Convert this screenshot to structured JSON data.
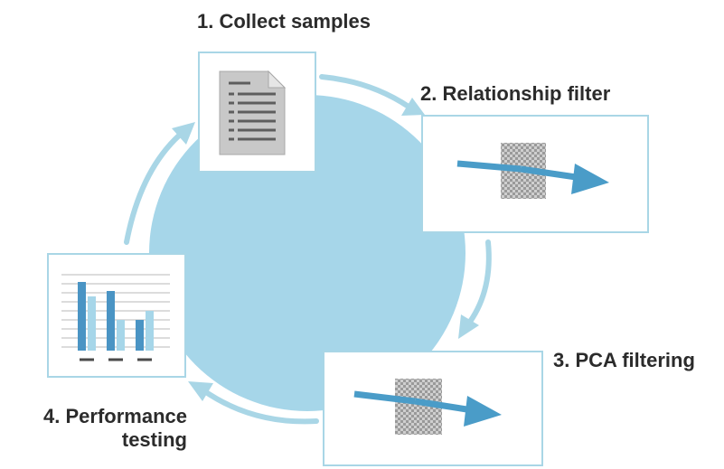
{
  "steps": [
    {
      "number": "1.",
      "label": "Collect samples",
      "icon": "document-icon"
    },
    {
      "number": "2.",
      "label": "Relationship filter",
      "icon": "filter-arrow-icon"
    },
    {
      "number": "3.",
      "label": "PCA filtering",
      "icon": "filter-arrow-icon"
    },
    {
      "number": "4.",
      "label_line1": "Performance",
      "label_line2": "testing",
      "icon": "bar-chart-icon"
    }
  ],
  "colors": {
    "circle": "#a6d6e9",
    "cycle_arrow": "#a9d6e6",
    "panel_border": "#a9d6e6",
    "flow_arrow": "#4a9cc8",
    "bar_dark": "#4a94c4",
    "bar_light": "#a6d6e9",
    "text": "#2b2b2b"
  }
}
